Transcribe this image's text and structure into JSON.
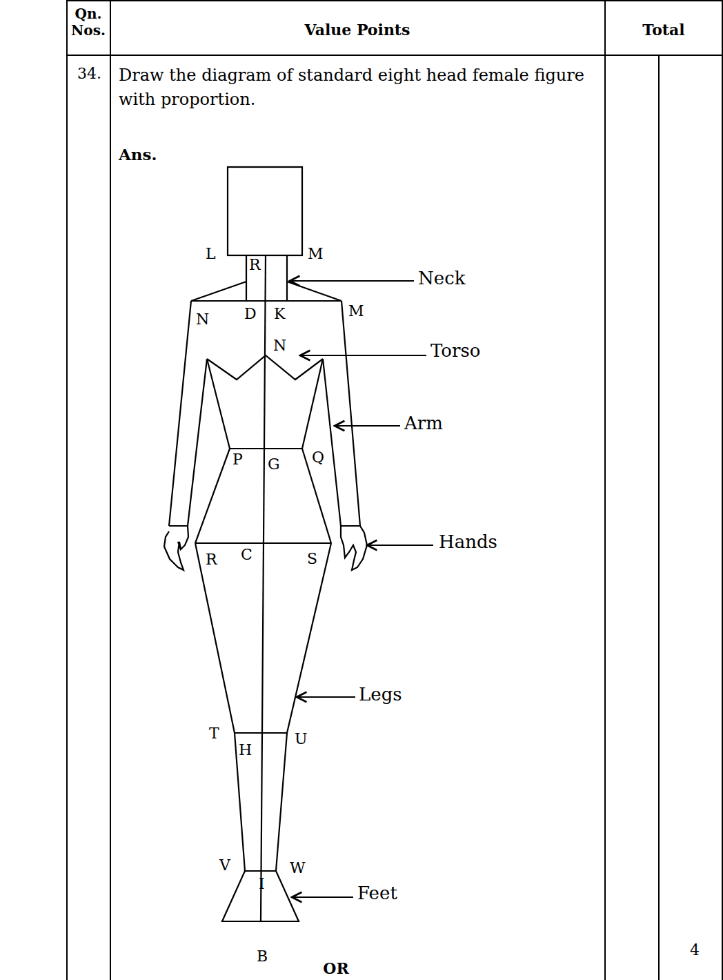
{
  "diagram": {
    "labels": [
      "Qn. Nos.",
      "Value Points",
      "Total",
      "34.",
      "Draw the diagram of standard eight head female figure with proportion.",
      "Ans.",
      "L",
      "R",
      "M",
      "N",
      "D",
      "K",
      "M",
      "N",
      "P",
      "G",
      "Q",
      "R",
      "C",
      "S",
      "T",
      "H",
      "U",
      "V",
      "I",
      "W",
      "B",
      "Neck",
      "Torso",
      "Arm",
      "Hands",
      "Legs",
      "Feet",
      "4",
      "OR"
    ]
  }
}
